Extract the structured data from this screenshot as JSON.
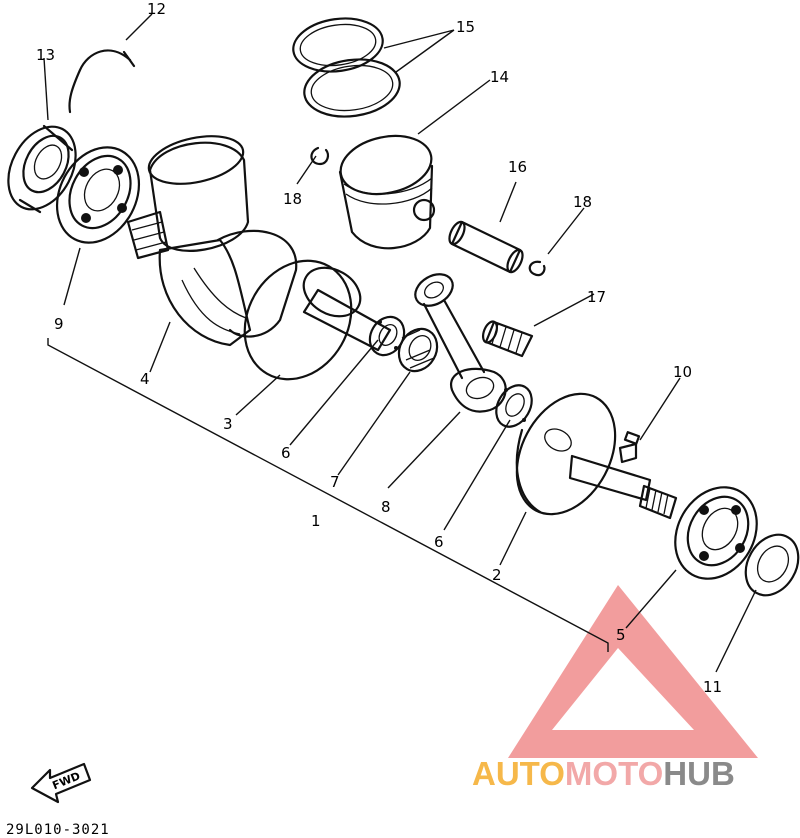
{
  "diagram": {
    "part_numbers": {
      "p1": "1",
      "p2": "2",
      "p3": "3",
      "p4": "4",
      "p5": "5",
      "p6a": "6",
      "p6b": "6",
      "p7": "7",
      "p8": "8",
      "p9": "9",
      "p10": "10",
      "p11": "11",
      "p12": "12",
      "p13": "13",
      "p14": "14",
      "p15": "15",
      "p16": "16",
      "p17": "17",
      "p18a": "18",
      "p18b": "18"
    },
    "fwd_label": "FWD",
    "drawing_code": "29L010-3021"
  },
  "watermark": {
    "auto": "AUTO",
    "moto": "MOTO",
    "hub": "HUB",
    "colors": {
      "triangle": "#f08c8c",
      "auto": "#f6b84a",
      "moto": "#f2a8a8",
      "hub": "#8a8a8a"
    }
  }
}
